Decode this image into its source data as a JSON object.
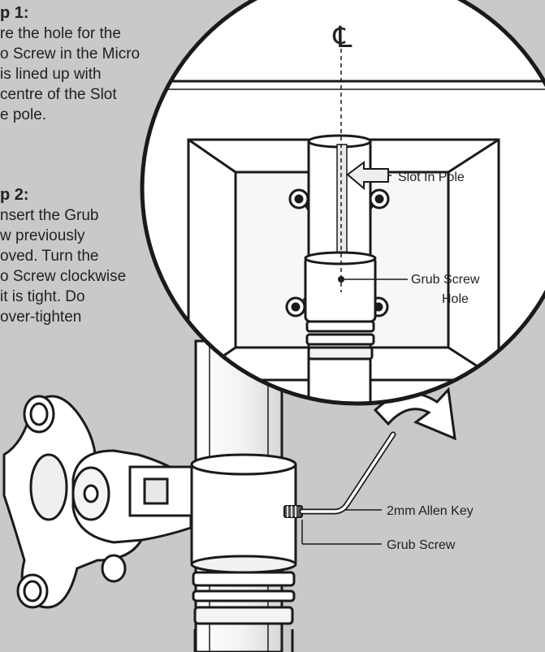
{
  "steps": [
    {
      "title": "p 1:",
      "lines": [
        "re the hole for the",
        "o Screw in the Micro",
        "is lined up with",
        "centre of the Slot",
        "e pole."
      ]
    },
    {
      "title": "p 2:",
      "lines": [
        "nsert the Grub",
        "w previously",
        "oved. Turn the",
        "o Screw clockwise",
        "it is tight. Do",
        "over-tighten"
      ]
    }
  ],
  "labels": {
    "centreline_symbol": "℄",
    "slot": "Slot In Pole",
    "grub_hole_1": "Grub Screw",
    "grub_hole_2": "Hole",
    "allen_key": "2mm Allen Key",
    "grub_screw": "Grub Screw"
  },
  "colors": {
    "background": "#c9c9c9",
    "line": "#1a1a1a",
    "fill": "#ffffff",
    "text": "#222222"
  }
}
